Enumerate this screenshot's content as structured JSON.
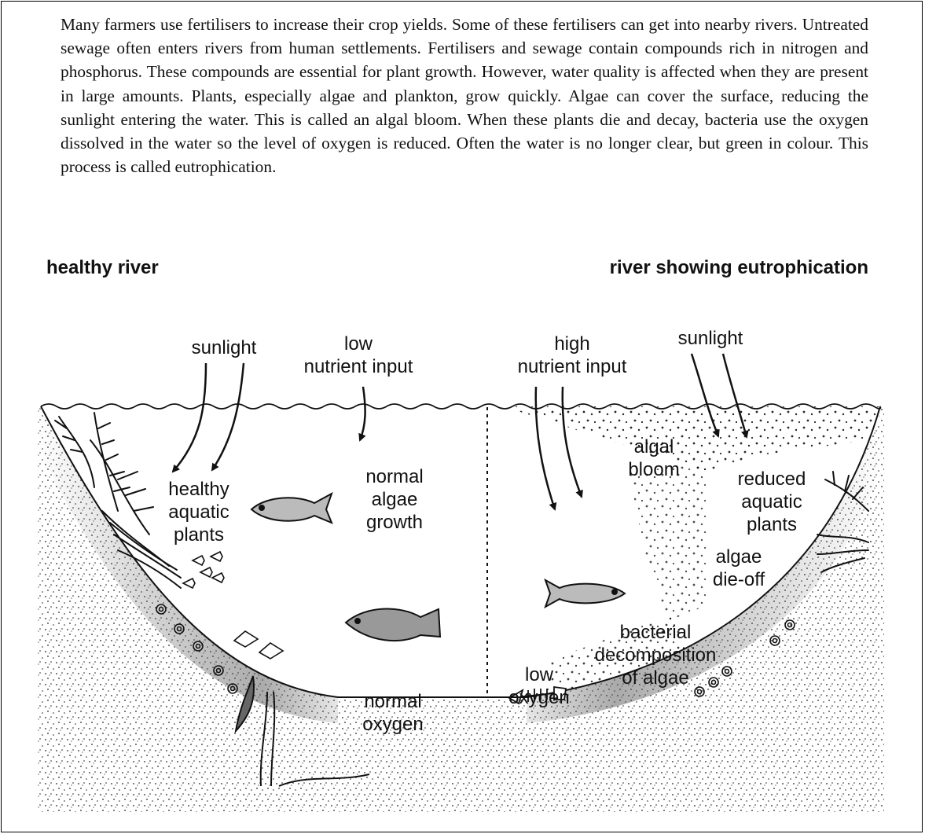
{
  "passage": "Many farmers use fertilisers to increase their crop yields. Some of these fertilisers can get into nearby rivers. Untreated sewage often enters rivers from human settlements. Fertilisers and sewage contain compounds rich in nitrogen and phosphorus. These compounds are essential for plant growth. However, water quality is affected when they are present in large amounts. Plants, especially algae and plankton, grow quickly. Algae can cover the surface, reducing the sunlight entering the water. This is called an algal bloom. When these plants die and decay, bacteria use the oxygen dissolved in the water so the level of oxygen is reduced. Often the water is no longer clear, but green in colour. This process is called eutrophication.",
  "headings": {
    "left": "healthy river",
    "right": "river showing eutrophication"
  },
  "labels": {
    "sunlight_left": "sunlight",
    "low_nutrient": [
      "low",
      "nutrient input"
    ],
    "high_nutrient": [
      "high",
      "nutrient input"
    ],
    "sunlight_right": "sunlight",
    "healthy_plants": [
      "healthy",
      "aquatic",
      "plants"
    ],
    "normal_algae": [
      "normal",
      "algae",
      "growth"
    ],
    "algal_bloom": [
      "algal",
      "bloom"
    ],
    "reduced_plants": [
      "reduced",
      "aquatic",
      "plants"
    ],
    "algae_dieoff": [
      "algae",
      "die-off"
    ],
    "bacterial": [
      "bacterial",
      "decomposition",
      "of algae"
    ],
    "normal_oxygen": [
      "normal",
      "oxygen"
    ],
    "low_oxygen": [
      "low",
      "oxygen"
    ]
  },
  "colors": {
    "ink": "#111111",
    "bank_shadow": "#555555",
    "background": "#ffffff"
  }
}
